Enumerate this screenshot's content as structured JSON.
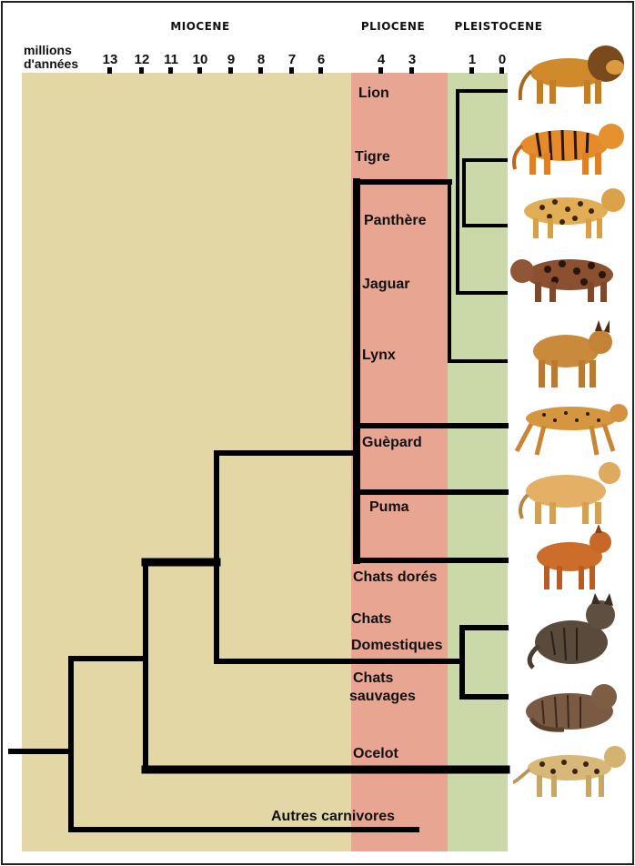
{
  "header": {
    "unit_line1": "millions",
    "unit_line2": "d'années",
    "eras": [
      {
        "label": "MIOCENE"
      },
      {
        "label": "PLIOCENE"
      },
      {
        "label": "PLEISTOCENE"
      }
    ],
    "ticks": [
      "13",
      "12",
      "11",
      "10",
      "9",
      "8",
      "7",
      "6",
      "4",
      "3",
      "1",
      "0"
    ]
  },
  "colors": {
    "miocene": "#e3d7a6",
    "pliocene": "#e8a591",
    "pleistocene": "#cbd9a9",
    "branch": "#000000"
  },
  "taxa": [
    {
      "label": "Lion",
      "icon": "lion-icon"
    },
    {
      "label": "Tigre",
      "icon": "tiger-icon"
    },
    {
      "label": "Panthère",
      "icon": "leopard-icon"
    },
    {
      "label": "Jaguar",
      "icon": "jaguar-icon"
    },
    {
      "label": "Lynx",
      "icon": "lynx-icon"
    },
    {
      "label": "Guèpard",
      "icon": "cheetah-icon"
    },
    {
      "label": "Puma",
      "icon": "puma-icon"
    },
    {
      "label": "Chats dorés",
      "icon": "golden-cat-icon"
    },
    {
      "label_line1": "Chats",
      "label_line2": "Domestiques",
      "icon": "domestic-cat-icon"
    },
    {
      "label_line1": "Chats",
      "label_line2": "sauvages",
      "icon": "wild-cat-icon"
    },
    {
      "label": "Ocelot",
      "icon": "ocelot-icon"
    },
    {
      "label": "Autres carnivores"
    }
  ]
}
